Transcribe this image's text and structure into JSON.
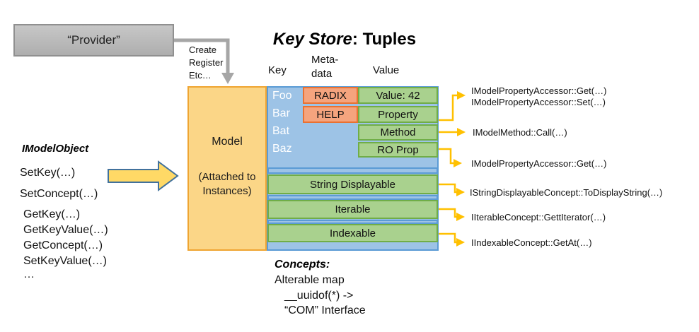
{
  "provider": {
    "label": "“Provider”"
  },
  "create_note": {
    "line1": "Create",
    "line2": "Register",
    "line3": "Etc…"
  },
  "title": {
    "emphasis": "Key Store",
    "rest": ": Tuples"
  },
  "headers": {
    "key": "Key",
    "meta_line1": "Meta-",
    "meta_line2": "data",
    "value": "Value"
  },
  "model": {
    "name": "Model",
    "note_line1": "(Attached to",
    "note_line2": "Instances)"
  },
  "keys": [
    "Foo",
    "Bar",
    "Bat",
    "Baz"
  ],
  "metadata": [
    "RADIX",
    "HELP"
  ],
  "values": [
    "Value: 42",
    "Property",
    "Method",
    "RO Prop"
  ],
  "concepts": [
    "String Displayable",
    "Iterable",
    "Indexable"
  ],
  "imodelobject": {
    "title": "IModelObject",
    "methods": [
      "SetKey(…)",
      "SetConcept(…)",
      "GetKey(…)",
      "GetKeyValue(…)",
      "GetConcept(…)",
      "SetKeyValue(…)",
      "…"
    ]
  },
  "annotations": [
    "IModelPropertyAccessor::Get(…)",
    "IModelPropertyAccessor::Set(…)",
    "IModelMethod::Call(…)",
    "IModelPropertyAccessor::Get(…)",
    "IStringDisplayableConcept::ToDisplayString(…)",
    "IIterableConcept::GettIterator(…)",
    "IIndexableConcept::GetAt(…)"
  ],
  "footer": {
    "heading": "Concepts:",
    "line1": "Alterable map",
    "line2": "__uuidof(*) ->",
    "line3": "“COM” Interface"
  },
  "colors": {
    "model_fill": "#FBD687",
    "model_border": "#EFA532",
    "panel_fill": "#9DC3E6",
    "panel_border": "#5B9BD5",
    "green_fill": "#A9D18E",
    "green_border": "#70AD47",
    "salmon_fill": "#F5A47E",
    "salmon_border": "#E97132",
    "connector_yellow": "#FFC000",
    "big_arrow_fill": "#FFD966",
    "big_arrow_border": "#41719C",
    "gray_arrow": "#A6A6A6",
    "provider_fill_top": "#C7C7C7",
    "provider_fill_bottom": "#AEAEAE",
    "provider_border": "#909090"
  }
}
